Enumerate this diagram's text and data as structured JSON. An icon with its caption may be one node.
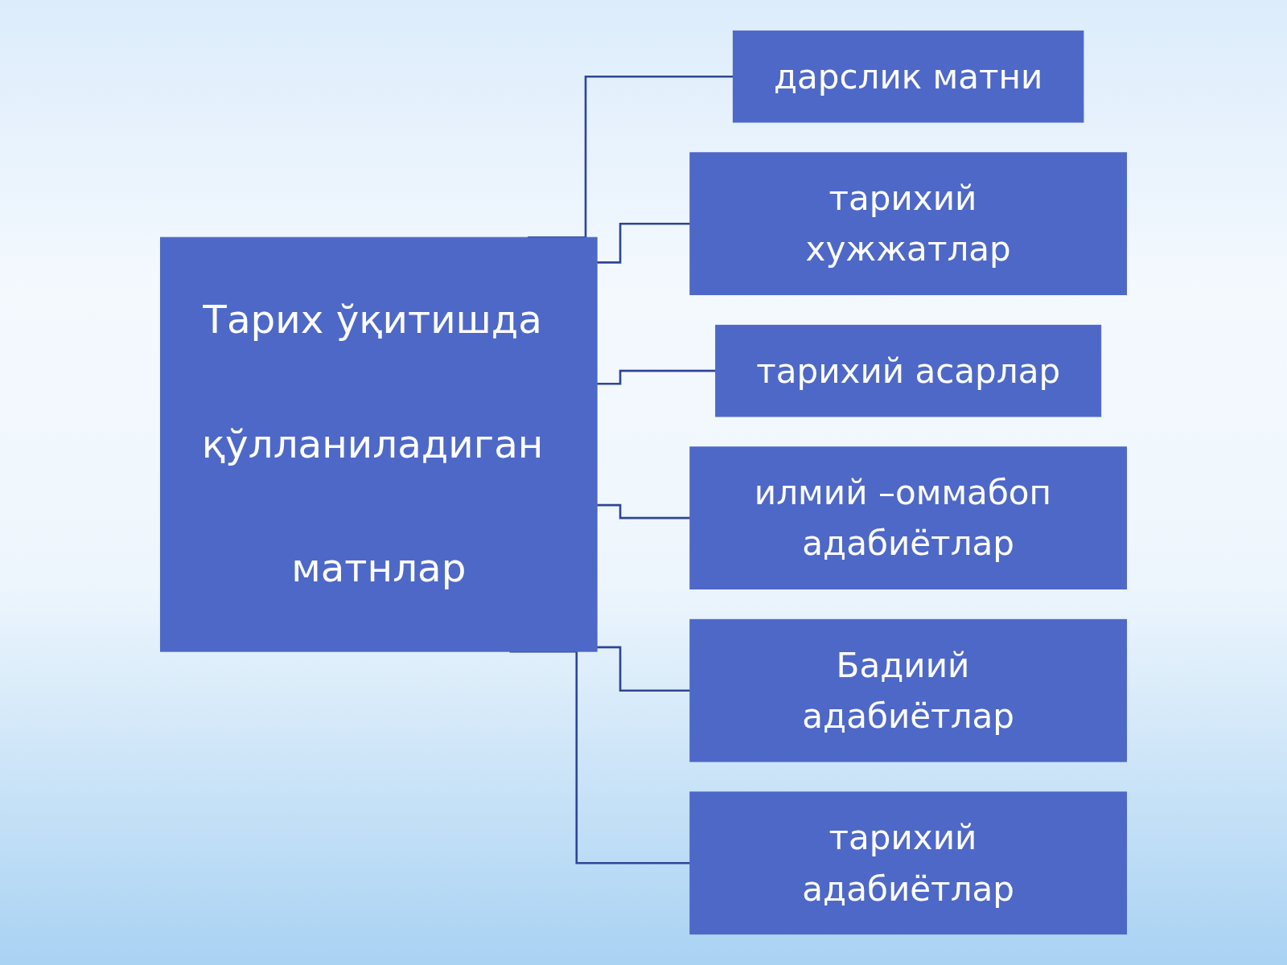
{
  "diagram": {
    "nodes": [
      {
        "text": [
          "Тарих ўқитишда қўлланиладиган матнлар"
        ]
      },
      {
        "text": [
          "дарслик матни"
        ]
      },
      {
        "text": [
          "тарихий хужжатлар"
        ]
      },
      {
        "text": [
          "тарихий асарлар"
        ]
      },
      {
        "text": [
          "илмий –оммабоп адабиётлар"
        ]
      },
      {
        "text": [
          "Бадиий адабиётлар"
        ]
      },
      {
        "text": [
          "тарихий адабиётлар"
        ]
      }
    ],
    "edges": [
      {
        "from": 0,
        "to": 1,
        "arrow": "none"
      },
      {
        "from": 0,
        "to": 2,
        "arrow": "none"
      },
      {
        "from": 0,
        "to": 3,
        "arrow": "none"
      },
      {
        "from": 0,
        "to": 4,
        "arrow": "none"
      },
      {
        "from": 0,
        "to": 5,
        "arrow": "none"
      },
      {
        "from": 0,
        "to": 6,
        "arrow": "none"
      }
    ]
  }
}
